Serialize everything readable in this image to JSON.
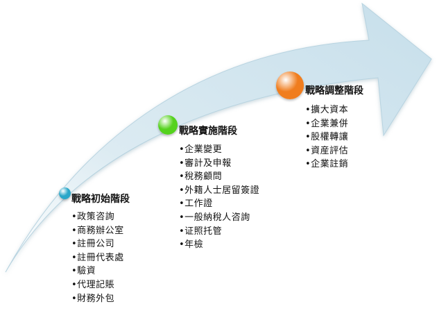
{
  "stages": [
    {
      "title": "戰略初始階段",
      "marker_color": "#2aa7c9",
      "items": [
        "•政策咨詢",
        "•商務辦公室",
        "•註冊公司",
        "•註冊代表處",
        "•驗資",
        "•代理記賬",
        "•財務外包"
      ]
    },
    {
      "title": "戰略實施階段",
      "marker_color": "#55d21e",
      "items": [
        "•企業變更",
        "•審計及申報",
        "•稅務顧問",
        "•外籍人士居留簽證",
        "•工作證",
        "•一般納稅人咨詢",
        "•证照托管",
        "•年檢"
      ]
    },
    {
      "title": "戰略調整階段",
      "marker_color": "#f07d1e",
      "items": [
        "•擴大資本",
        "•企業兼併",
        "•股權轉讓",
        "•資産評估",
        "•企業註銷"
      ]
    }
  ],
  "colors": {
    "arrow_fill": "#cfe4ee",
    "arrow_edge": "#aac9d8"
  }
}
